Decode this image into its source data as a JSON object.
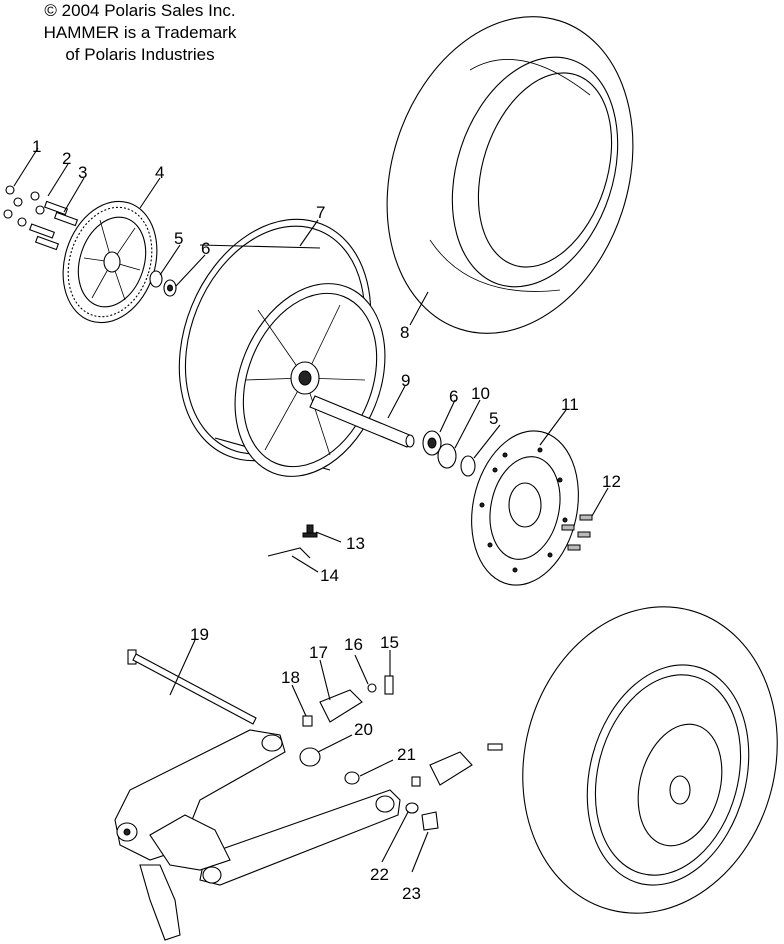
{
  "notice": {
    "line1": "© 2004 Polaris Sales Inc.",
    "line2": "HAMMER is a Trademark",
    "line3": "of Polaris Industries"
  },
  "callouts": [
    "1",
    "2",
    "3",
    "4",
    "5",
    "6",
    "7",
    "8",
    "9",
    "6",
    "10",
    "5",
    "11",
    "12",
    "13",
    "14",
    "19",
    "17",
    "16",
    "15",
    "18",
    "20",
    "21",
    "22",
    "23"
  ]
}
